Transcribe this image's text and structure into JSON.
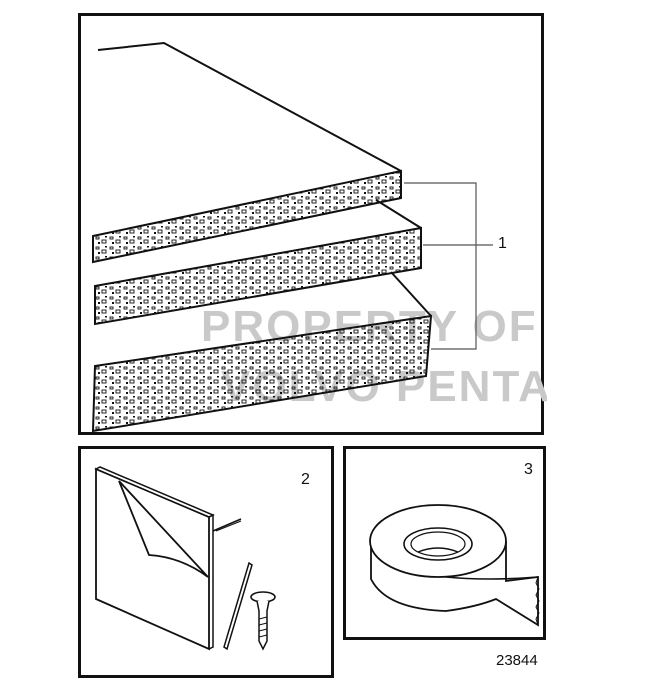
{
  "diagram": {
    "figure_number": "23844",
    "watermark": {
      "line1": "PROPERTY OF",
      "line2": "PENTA"
    },
    "panels": [
      {
        "id": "main",
        "callout": "1",
        "content": "Three stacked insulation foam sheets with leader line"
      },
      {
        "id": "part-2",
        "callout": "2",
        "content": "Adhesive-backed panel with peel-off liner, pin and screw"
      },
      {
        "id": "part-3",
        "callout": "3",
        "content": "Roll of tape"
      }
    ]
  }
}
